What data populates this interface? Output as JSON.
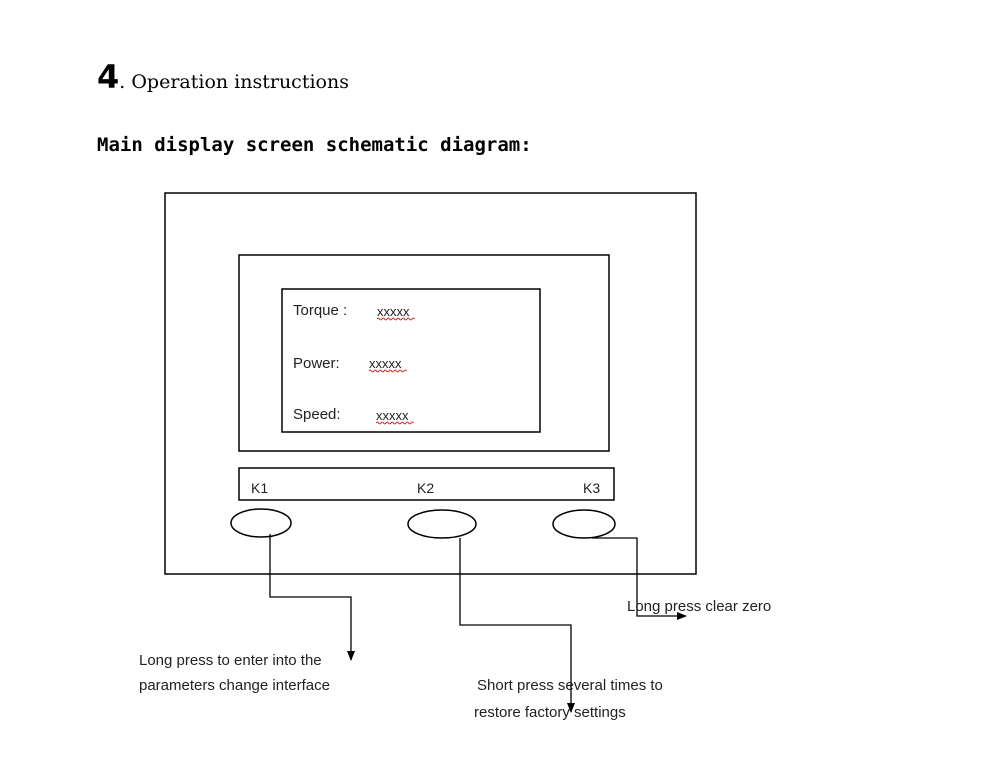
{
  "heading": {
    "number": "4",
    "text": ". Operation instructions"
  },
  "subheading": "Main display screen schematic diagram:",
  "display": {
    "rows": [
      {
        "label": "Torque :",
        "value": "xxxxx"
      },
      {
        "label": "Power:",
        "value": "xxxxx"
      },
      {
        "label": "Speed:",
        "value": "xxxxx"
      }
    ]
  },
  "keys": [
    "K1",
    "K2",
    "K3"
  ],
  "notes": {
    "k1_line1": "Long press to enter into the",
    "k1_line2": "parameters change interface",
    "k2_line1": "Short press several times to",
    "k2_line2": "restore factory settings",
    "k3": "Long press clear zero"
  },
  "colors": {
    "line": "#000000",
    "spellcheck": "#cc0000"
  }
}
